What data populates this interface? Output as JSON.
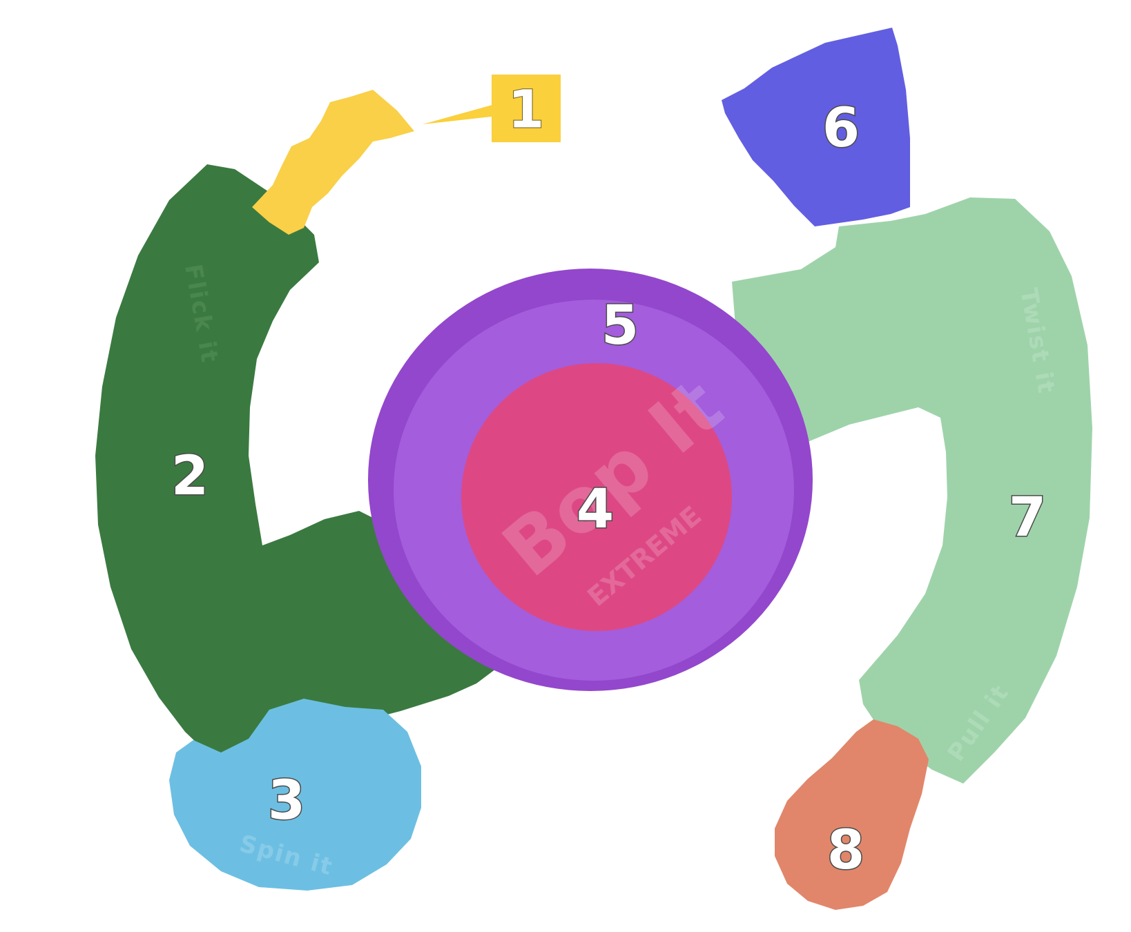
{
  "colors": {
    "part1": "#f9d047",
    "part2": "#3a7a40",
    "part3": "#6cbfe2",
    "part4": "#dd4884",
    "part5": "#a45ddc",
    "part5_rim": "#9347cc",
    "part6": "#625ee1",
    "part7": "#9ed3aa",
    "part8": "#e1866a",
    "label_box": "#fad03c"
  },
  "labels": {
    "part1": "1",
    "part2": "2",
    "part3": "3",
    "part4": "4",
    "part5": "5",
    "part6": "6",
    "part7": "7",
    "part8": "8"
  },
  "embossed_text": {
    "flick": "Flick it",
    "spin": "Spin it",
    "twist": "Twist it",
    "pull": "Pull it",
    "brand_main": "Bop It",
    "brand_sub": "EXTREME"
  }
}
